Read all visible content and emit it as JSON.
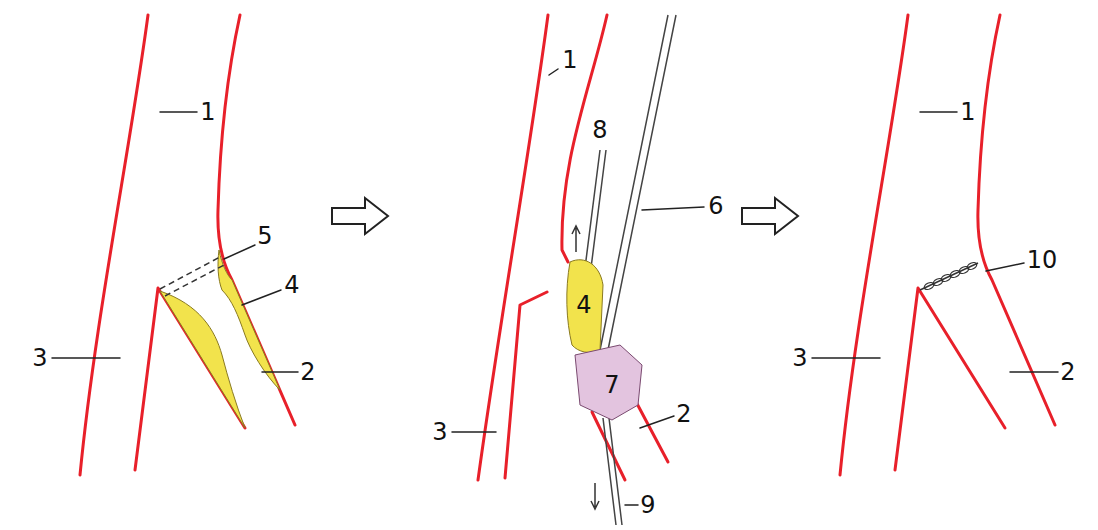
{
  "diagram": {
    "labels": [
      "1",
      "5",
      "4",
      "3",
      "2",
      "1",
      "8",
      "6",
      "4",
      "7",
      "2",
      "3",
      "9",
      "1",
      "10",
      "3",
      "2"
    ]
  }
}
